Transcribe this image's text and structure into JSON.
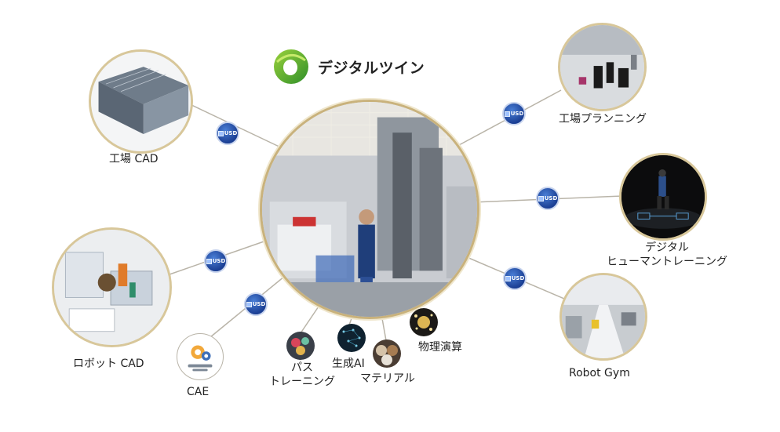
{
  "title": "デジタルツイン",
  "colors": {
    "brand_green": "#6bb82d",
    "usd_blue": "#1b3f94",
    "ring_gold": "#d8c79a"
  },
  "usd_badge": "USD",
  "nodes": {
    "factory_cad": "工場 CAD",
    "robot_cad": "ロボット CAD",
    "cae": "CAE",
    "path_training": [
      "パス",
      "トレーニング"
    ],
    "generative_ai": "生成AI",
    "material": "マテリアル",
    "physics": "物理演算",
    "factory_planning": "工場プランニング",
    "digital_human": [
      "デジタル",
      "ヒューマントレーニング"
    ],
    "robot_gym": "Robot Gym"
  }
}
